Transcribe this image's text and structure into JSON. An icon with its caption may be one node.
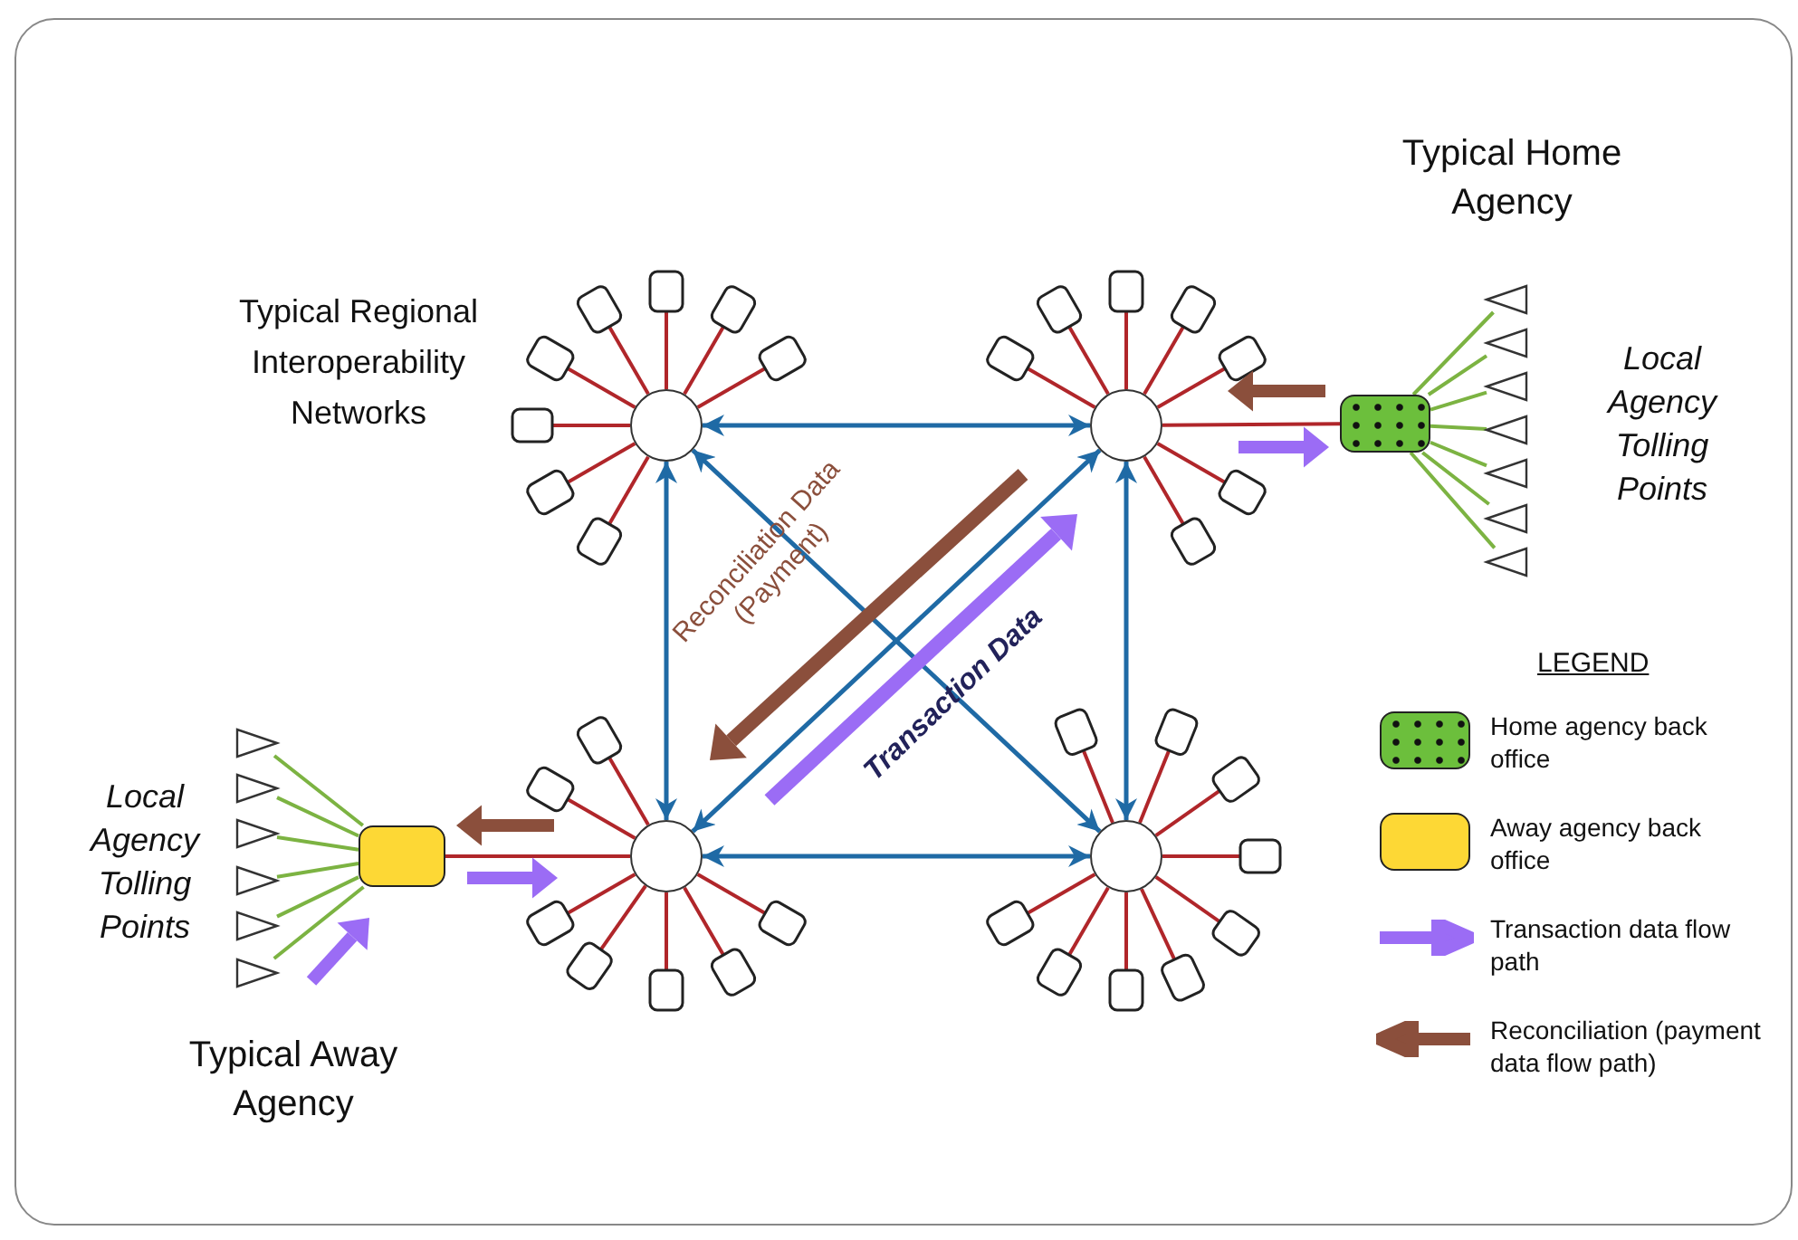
{
  "diagram": {
    "nodes": [
      {
        "text": [],
        "shape": "circle"
      },
      {
        "text": [],
        "shape": "circle"
      },
      {
        "text": [],
        "shape": "box"
      },
      {
        "text": [],
        "shape": "circle"
      },
      {
        "text": [],
        "shape": "circle"
      },
      {
        "text": [],
        "shape": "box"
      },
      {
        "text": [],
        "shape": "triangle"
      },
      {
        "text": [],
        "shape": "triangle"
      },
      {
        "text": [],
        "shape": "triangle"
      },
      {
        "text": [],
        "shape": "triangle"
      },
      {
        "text": [],
        "shape": "triangle"
      },
      {
        "text": [],
        "shape": "triangle"
      },
      {
        "text": [],
        "shape": "triangle"
      },
      {
        "text": [],
        "shape": "triangle"
      },
      {
        "text": [],
        "shape": "triangle"
      },
      {
        "text": [],
        "shape": "triangle"
      },
      {
        "text": [],
        "shape": "triangle"
      },
      {
        "text": [],
        "shape": "triangle"
      },
      {
        "text": [],
        "shape": "triangle"
      },
      {
        "text": [],
        "shape": "box"
      },
      {
        "text": [],
        "shape": "box"
      },
      {
        "text": [],
        "shape": "box"
      },
      {
        "text": [],
        "shape": "box"
      },
      {
        "text": [],
        "shape": "box"
      },
      {
        "text": [],
        "shape": "box"
      },
      {
        "text": [],
        "shape": "box"
      },
      {
        "text": [],
        "shape": "box"
      },
      {
        "text": [],
        "shape": "box"
      },
      {
        "text": [],
        "shape": "box"
      },
      {
        "text": [],
        "shape": "box"
      },
      {
        "text": [],
        "shape": "box"
      },
      {
        "text": [],
        "shape": "box"
      },
      {
        "text": [],
        "shape": "box"
      },
      {
        "text": [],
        "shape": "box"
      },
      {
        "text": [],
        "shape": "box"
      },
      {
        "text": [],
        "shape": "box"
      },
      {
        "text": [],
        "shape": "box"
      },
      {
        "text": [],
        "shape": "box"
      },
      {
        "text": [],
        "shape": "box"
      },
      {
        "text": [],
        "shape": "box"
      },
      {
        "text": [],
        "shape": "box"
      },
      {
        "text": [],
        "shape": "box"
      },
      {
        "text": [],
        "shape": "box"
      },
      {
        "text": [],
        "shape": "box"
      },
      {
        "text": [],
        "shape": "box"
      },
      {
        "text": [],
        "shape": "box"
      },
      {
        "text": [],
        "shape": "box"
      },
      {
        "text": [],
        "shape": "box"
      },
      {
        "text": [],
        "shape": "box"
      },
      {
        "text": [],
        "shape": "box"
      }
    ],
    "edges": [
      {
        "from": 0,
        "to": 1,
        "arrow": "both",
        "color": "#1f6aa5"
      },
      {
        "from": 0,
        "to": 3,
        "arrow": "both",
        "color": "#1f6aa5"
      },
      {
        "from": 1,
        "to": 4,
        "arrow": "both",
        "color": "#1f6aa5"
      },
      {
        "from": 3,
        "to": 4,
        "arrow": "both",
        "color": "#1f6aa5"
      },
      {
        "from": 0,
        "to": 4,
        "arrow": "both",
        "color": "#1f6aa5"
      },
      {
        "from": 3,
        "to": 1,
        "arrow": "both",
        "color": "#1f6aa5"
      },
      {
        "from": 1,
        "to": 2,
        "arrow": "none"
      },
      {
        "from": 5,
        "to": 3,
        "arrow": "none"
      },
      {
        "from": 6,
        "to": 2,
        "arrow": "none",
        "color": "#7cb342"
      },
      {
        "from": 7,
        "to": 2,
        "arrow": "none",
        "color": "#7cb342"
      },
      {
        "from": 8,
        "to": 2,
        "arrow": "none",
        "color": "#7cb342"
      },
      {
        "from": 9,
        "to": 2,
        "arrow": "none",
        "color": "#7cb342"
      },
      {
        "from": 10,
        "to": 2,
        "arrow": "none",
        "color": "#7cb342"
      },
      {
        "from": 11,
        "to": 2,
        "arrow": "none",
        "color": "#7cb342"
      },
      {
        "from": 12,
        "to": 2,
        "arrow": "none",
        "color": "#7cb342"
      },
      {
        "from": 13,
        "to": 5,
        "arrow": "none",
        "color": "#7cb342"
      },
      {
        "from": 14,
        "to": 5,
        "arrow": "none",
        "color": "#7cb342"
      },
      {
        "from": 15,
        "to": 5,
        "arrow": "none",
        "color": "#7cb342"
      },
      {
        "from": 16,
        "to": 5,
        "arrow": "none",
        "color": "#7cb342"
      },
      {
        "from": 17,
        "to": 5,
        "arrow": "none",
        "color": "#7cb342"
      },
      {
        "from": 18,
        "to": 5,
        "arrow": "none",
        "color": "#7cb342"
      },
      {
        "from": 0,
        "to": 19,
        "arrow": "none"
      },
      {
        "from": 0,
        "to": 20,
        "arrow": "none"
      },
      {
        "from": 0,
        "to": 21,
        "arrow": "none"
      },
      {
        "from": 0,
        "to": 22,
        "arrow": "none"
      },
      {
        "from": 0,
        "to": 23,
        "arrow": "none"
      },
      {
        "from": 0,
        "to": 24,
        "arrow": "none"
      },
      {
        "from": 0,
        "to": 25,
        "arrow": "none"
      },
      {
        "from": 0,
        "to": 26,
        "arrow": "none"
      },
      {
        "from": 1,
        "to": 27,
        "arrow": "none"
      },
      {
        "from": 1,
        "to": 28,
        "arrow": "none"
      },
      {
        "from": 1,
        "to": 29,
        "arrow": "none"
      },
      {
        "from": 1,
        "to": 30,
        "arrow": "none"
      },
      {
        "from": 1,
        "to": 31,
        "arrow": "none"
      },
      {
        "from": 1,
        "to": 32,
        "arrow": "none"
      },
      {
        "from": 1,
        "to": 33,
        "arrow": "none"
      },
      {
        "from": 3,
        "to": 34,
        "arrow": "none"
      },
      {
        "from": 3,
        "to": 35,
        "arrow": "none"
      },
      {
        "from": 3,
        "to": 36,
        "arrow": "none"
      },
      {
        "from": 3,
        "to": 37,
        "arrow": "none"
      },
      {
        "from": 3,
        "to": 38,
        "arrow": "none"
      },
      {
        "from": 3,
        "to": 39,
        "arrow": "none"
      },
      {
        "from": 3,
        "to": 40,
        "arrow": "none"
      },
      {
        "from": 4,
        "to": 41,
        "arrow": "none"
      },
      {
        "from": 4,
        "to": 42,
        "arrow": "none"
      },
      {
        "from": 4,
        "to": 43,
        "arrow": "none"
      },
      {
        "from": 4,
        "to": 44,
        "arrow": "none"
      },
      {
        "from": 4,
        "to": 45,
        "arrow": "none"
      },
      {
        "from": 4,
        "to": 46,
        "arrow": "none"
      },
      {
        "from": 4,
        "to": 47,
        "arrow": "none"
      },
      {
        "from": 4,
        "to": 48,
        "arrow": "none"
      },
      {
        "from": 4,
        "to": 49,
        "arrow": "none"
      }
    ],
    "labels": [
      "Typical Home Agency",
      "Typical Regional Interoperability Networks",
      "Local Agency Tolling Points",
      "Reconciliation Data (Payment)",
      "Transaction Data",
      "LEGEND",
      "Local Agency Tolling Points",
      "Typical Away Agency"
    ],
    "legend": [
      {
        "text": "Home agency back office",
        "color": "#6cbf3c"
      },
      {
        "text": "Away agency back office",
        "color": "#fdd835"
      },
      {
        "text": "Transaction data flow path"
      },
      {
        "text": "Reconciliation (payment data flow path)"
      }
    ]
  }
}
